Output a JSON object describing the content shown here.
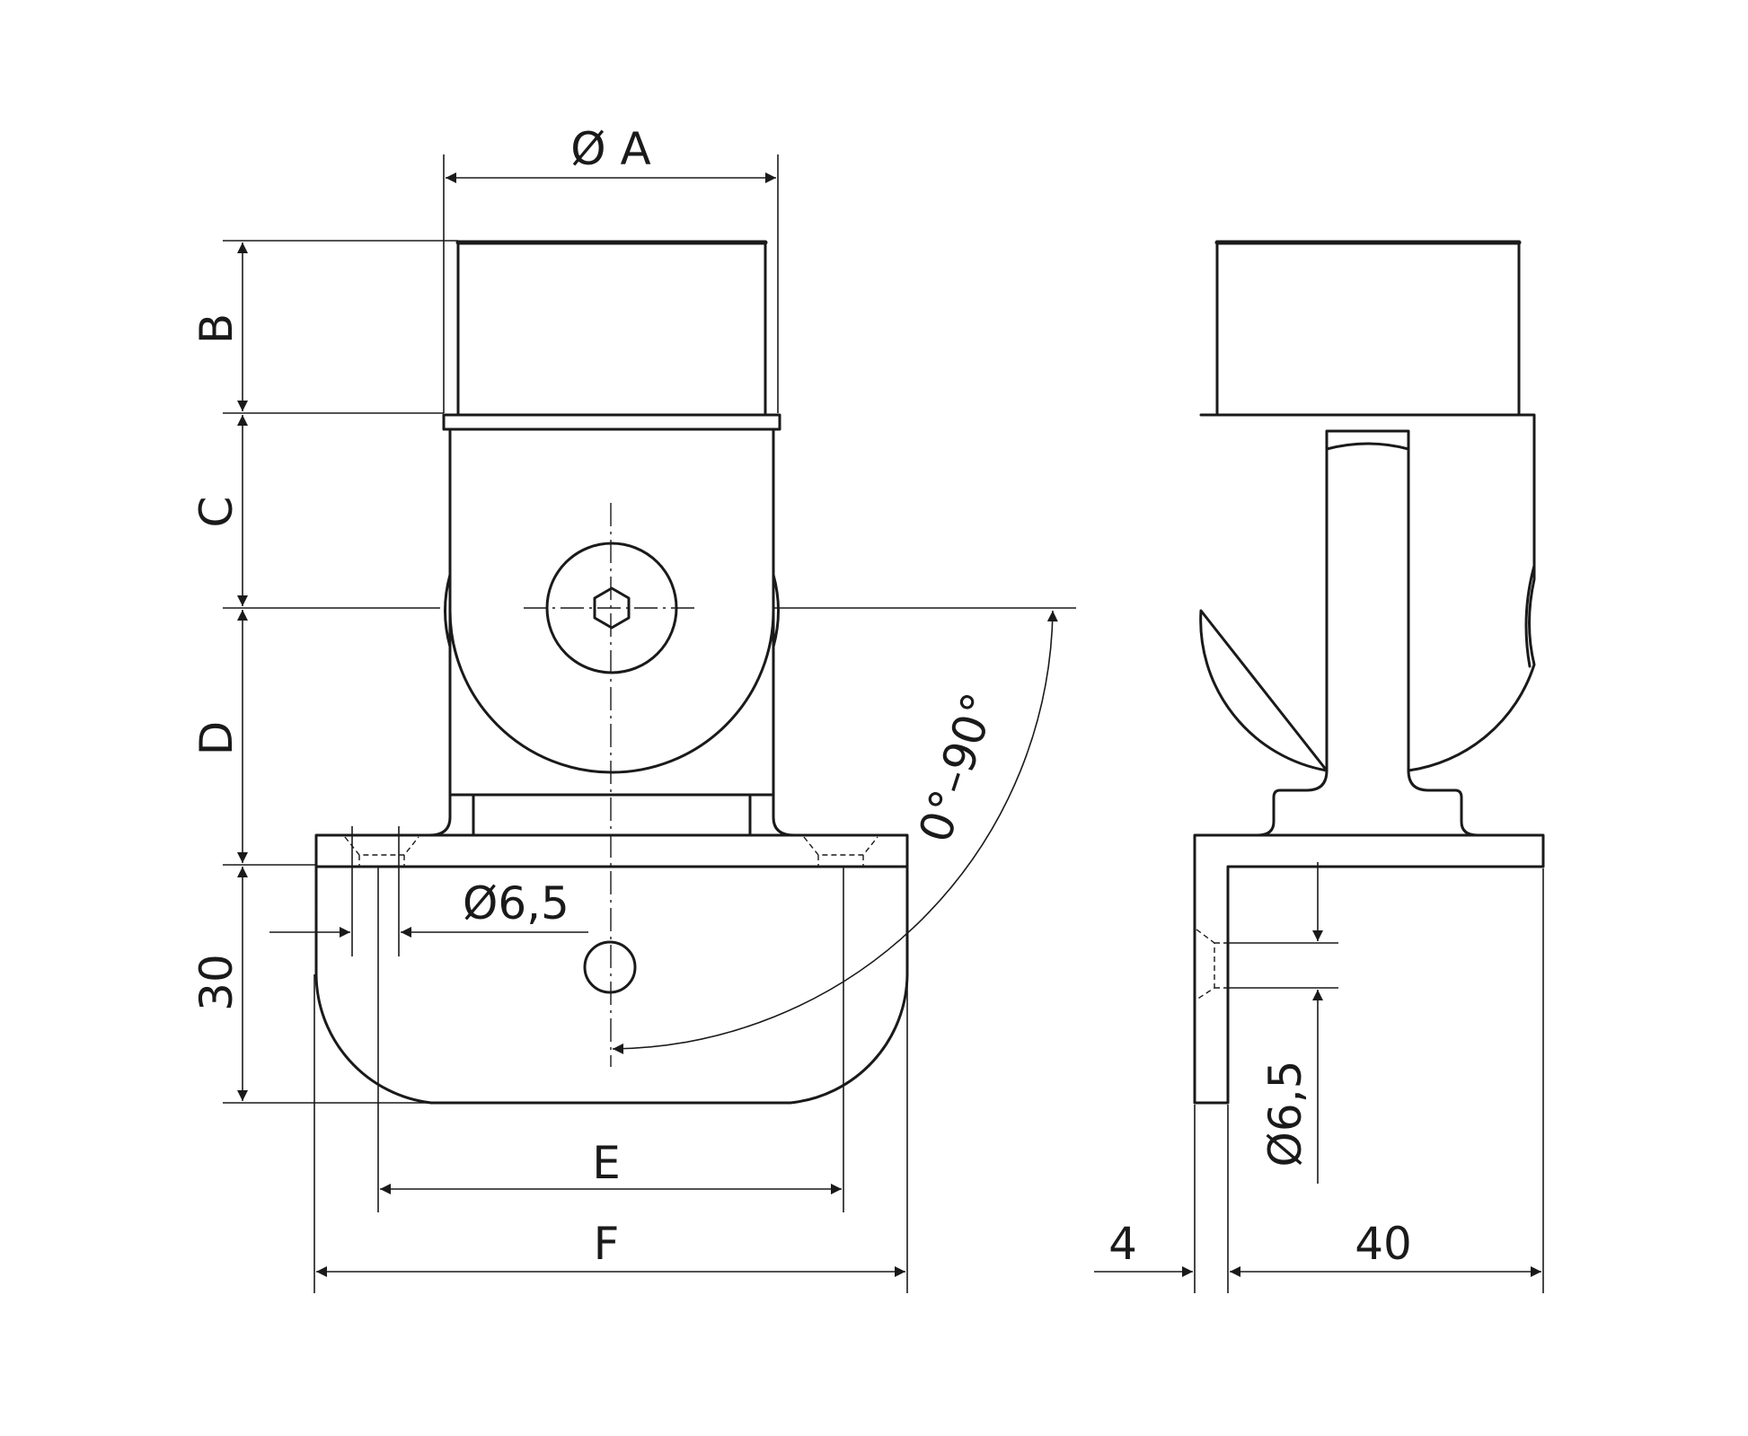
{
  "labels": {
    "dia_a": "Ø A",
    "b": "B",
    "c": "C",
    "d": "D",
    "height_30": "30",
    "hole_front": "Ø6,5",
    "angle": "0°–90°",
    "e": "E",
    "f": "F",
    "thickness_4": "4",
    "depth_40": "40",
    "hole_side": "Ø6,5"
  }
}
